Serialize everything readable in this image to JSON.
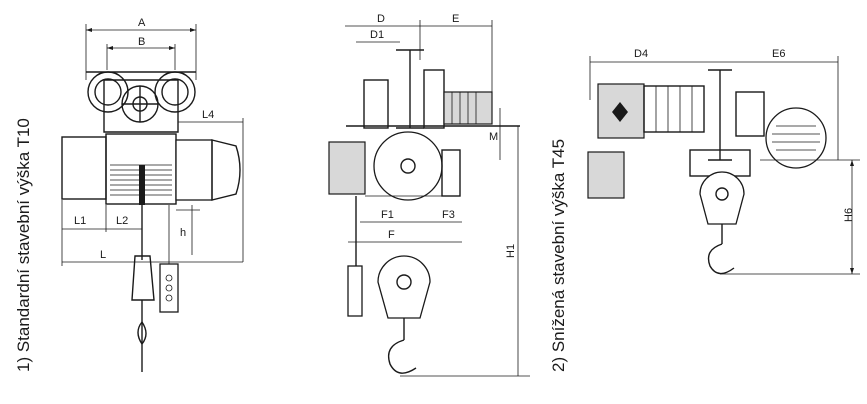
{
  "captions": {
    "left": "1)  Standardní stavební výška T10",
    "right": "2)  Snížená stavební výška T45"
  },
  "dims": {
    "A": "A",
    "B": "B",
    "L4": "L4",
    "L1": "L1",
    "L2": "L2",
    "L": "L",
    "h": "h",
    "D": "D",
    "D1": "D1",
    "E": "E",
    "M": "M",
    "F1": "F1",
    "F3": "F3",
    "F": "F",
    "H1": "H1",
    "D4": "D4",
    "E6": "E6",
    "H6": "H6"
  }
}
